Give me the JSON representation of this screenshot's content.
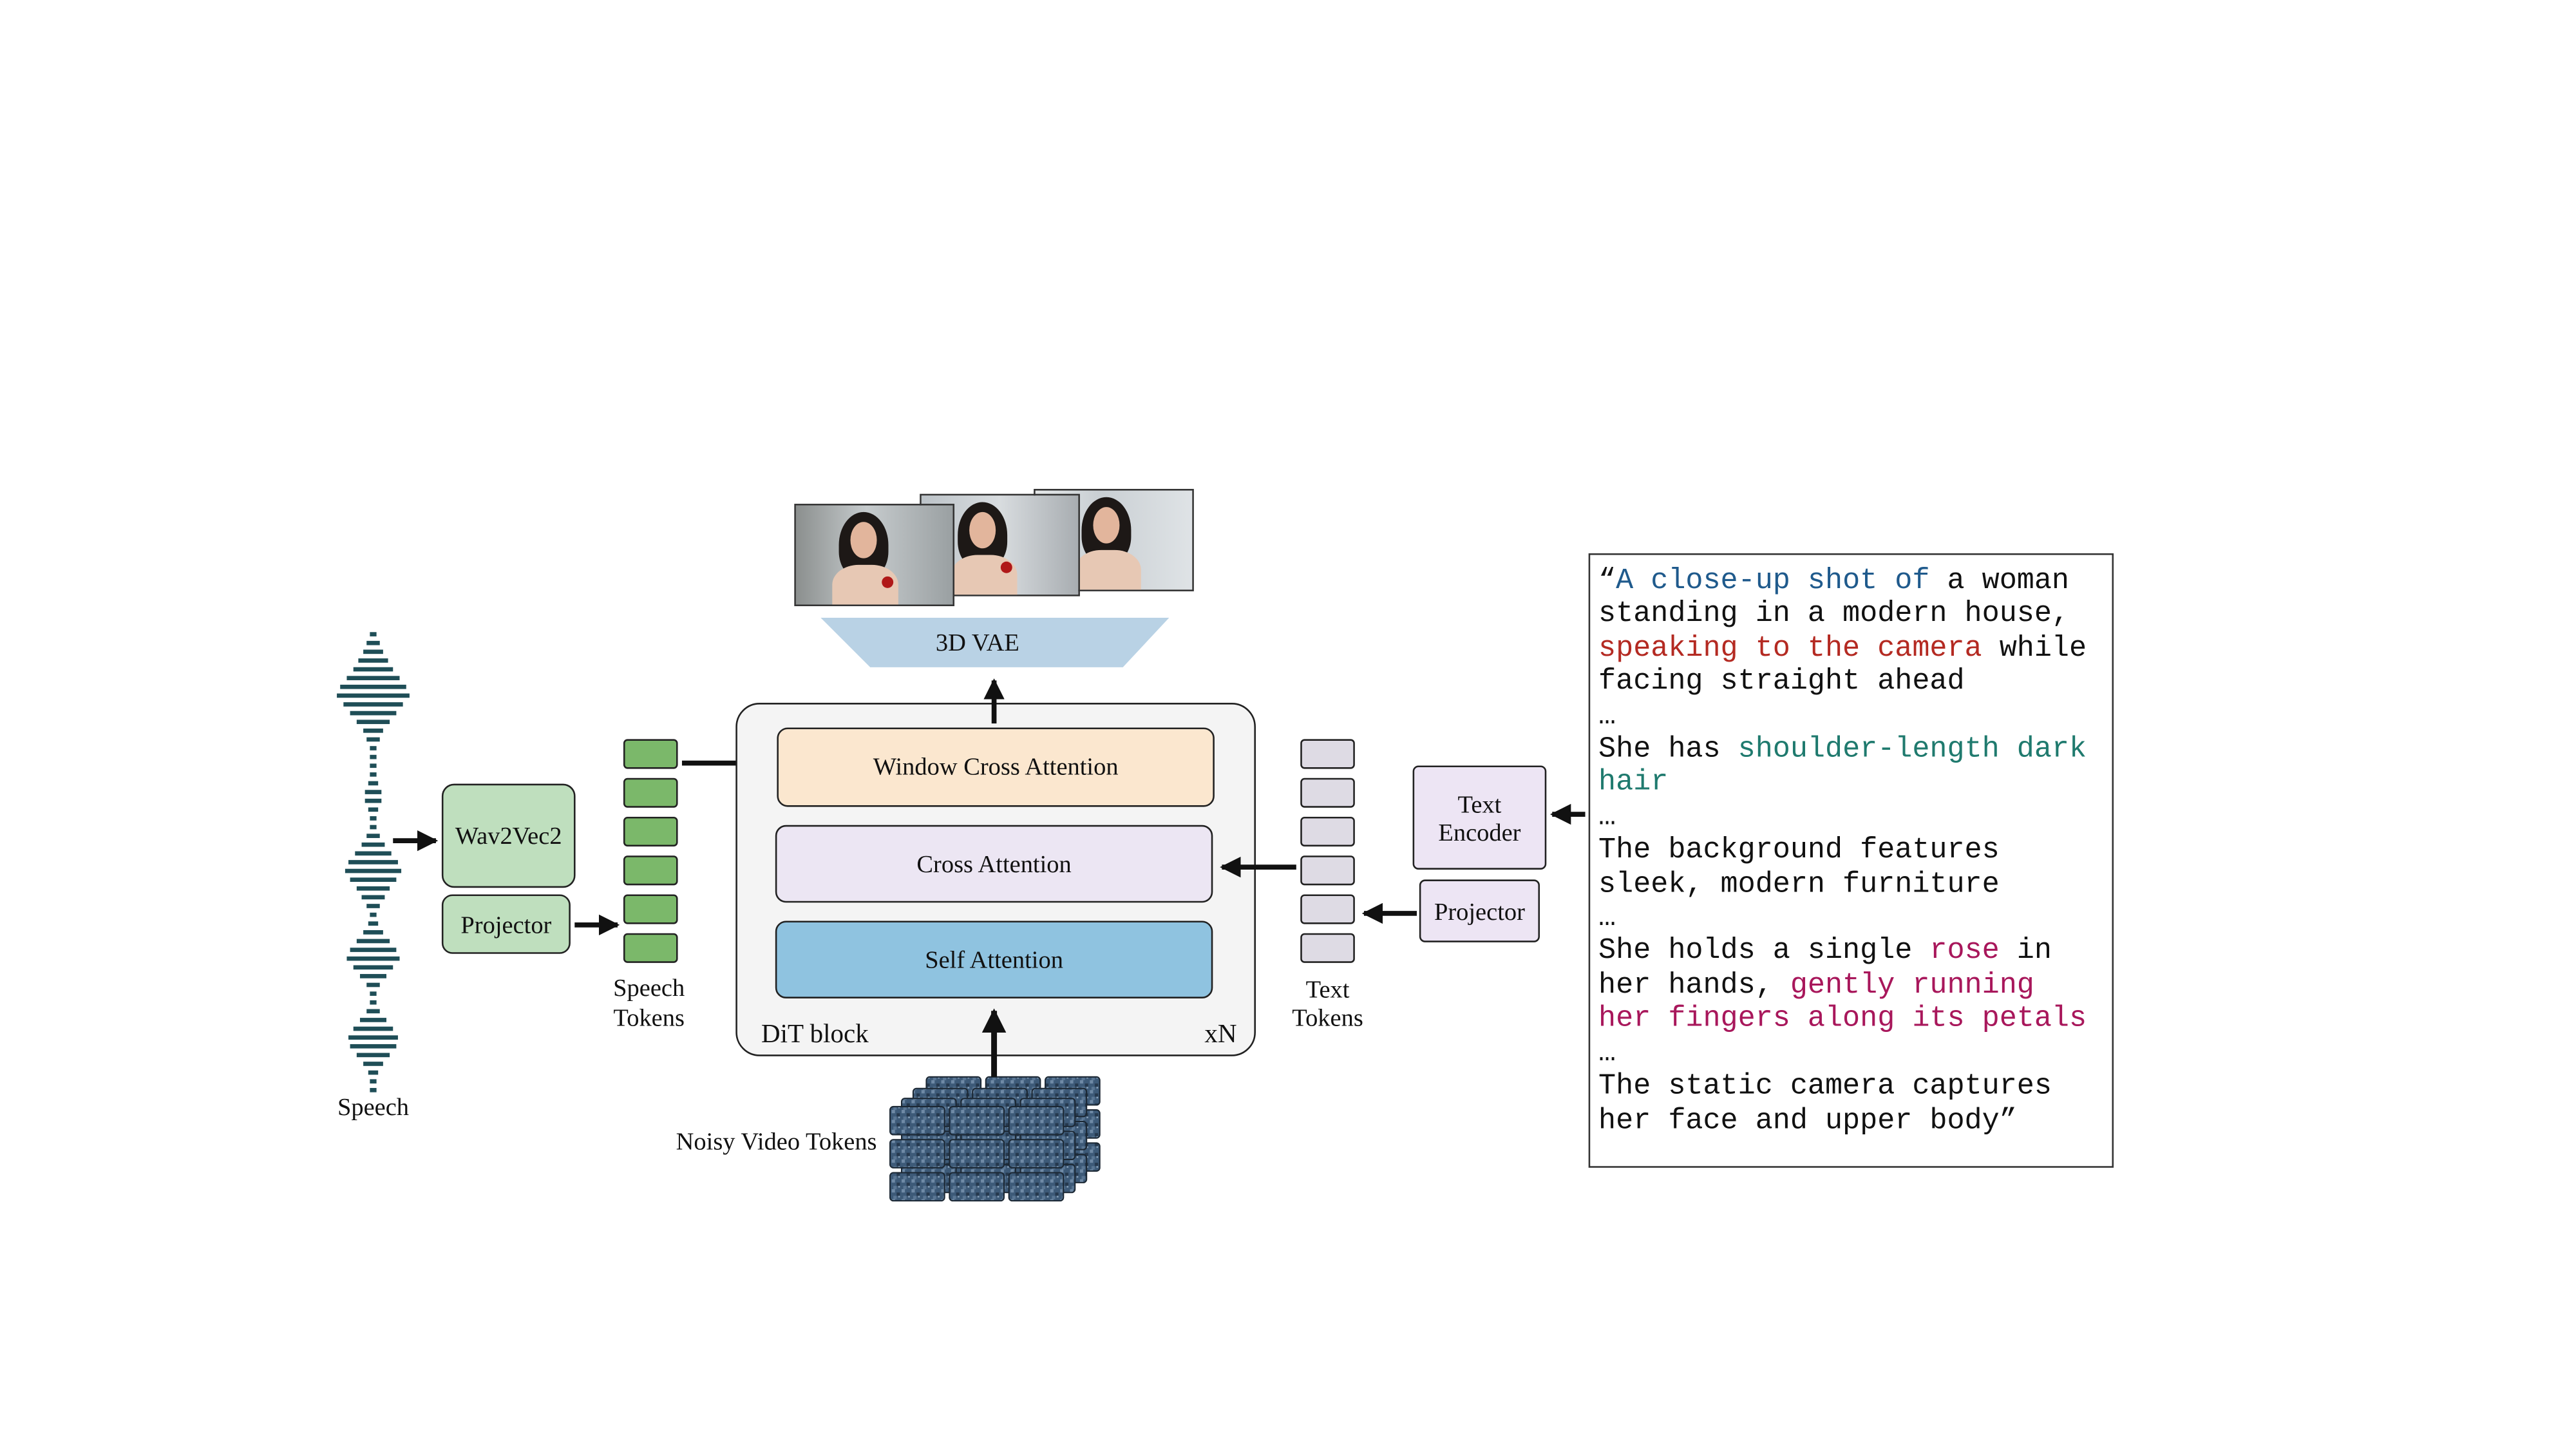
{
  "modules": {
    "vae": "3D VAE",
    "window_cross_attention": "Window Cross Attention",
    "cross_attention": "Cross Attention",
    "self_attention": "Self Attention",
    "dit_block": "DiT block",
    "repeat": "xN",
    "wav2vec2": "Wav2Vec2",
    "speech_projector": "Projector",
    "text_encoder_line1": "Text",
    "text_encoder_line2": "Encoder",
    "text_projector": "Projector"
  },
  "labels": {
    "speech": "Speech",
    "speech_tokens_line1": "Speech",
    "speech_tokens_line2": "Tokens",
    "text_tokens_line1": "Text",
    "text_tokens_line2": "Tokens",
    "noisy_video_tokens": "Noisy Video Tokens"
  },
  "prompt": {
    "segments": [
      {
        "text": "“",
        "color": "#111111"
      },
      {
        "text": "A close-up shot of",
        "color": "#1f5a8c"
      },
      {
        "text": " a woman\nstanding in a modern house,\n",
        "color": "#111111"
      },
      {
        "text": "speaking to the camera",
        "color": "#b42a22"
      },
      {
        "text": " while\nfacing straight ahead\n…\nShe has ",
        "color": "#111111"
      },
      {
        "text": "shoulder-length dark\nhair",
        "color": "#1f7a6e"
      },
      {
        "text": "\n…\nThe background features\nsleek, modern furniture\n…\nShe holds a single ",
        "color": "#111111"
      },
      {
        "text": "rose",
        "color": "#a8175b"
      },
      {
        "text": " in\nher hands, ",
        "color": "#111111"
      },
      {
        "text": "gently running\nher fingers along its petals",
        "color": "#a8175b"
      },
      {
        "text": "\n…\nThe static camera captures\nher face and upper body”",
        "color": "#111111"
      }
    ]
  },
  "colors": {
    "window_cross_attention": "#fbe7cf",
    "cross_attention": "#ece6f3",
    "self_attention": "#8fc3e0",
    "vae": "#b9d2e5",
    "speech_modules": "#bfdfbe",
    "speech_tokens": "#7bb86a",
    "text_modules": "#ede5f4",
    "text_tokens": "#dedbe4",
    "waveform": "#1f4e57",
    "video_tokens": "#3d5a78"
  }
}
